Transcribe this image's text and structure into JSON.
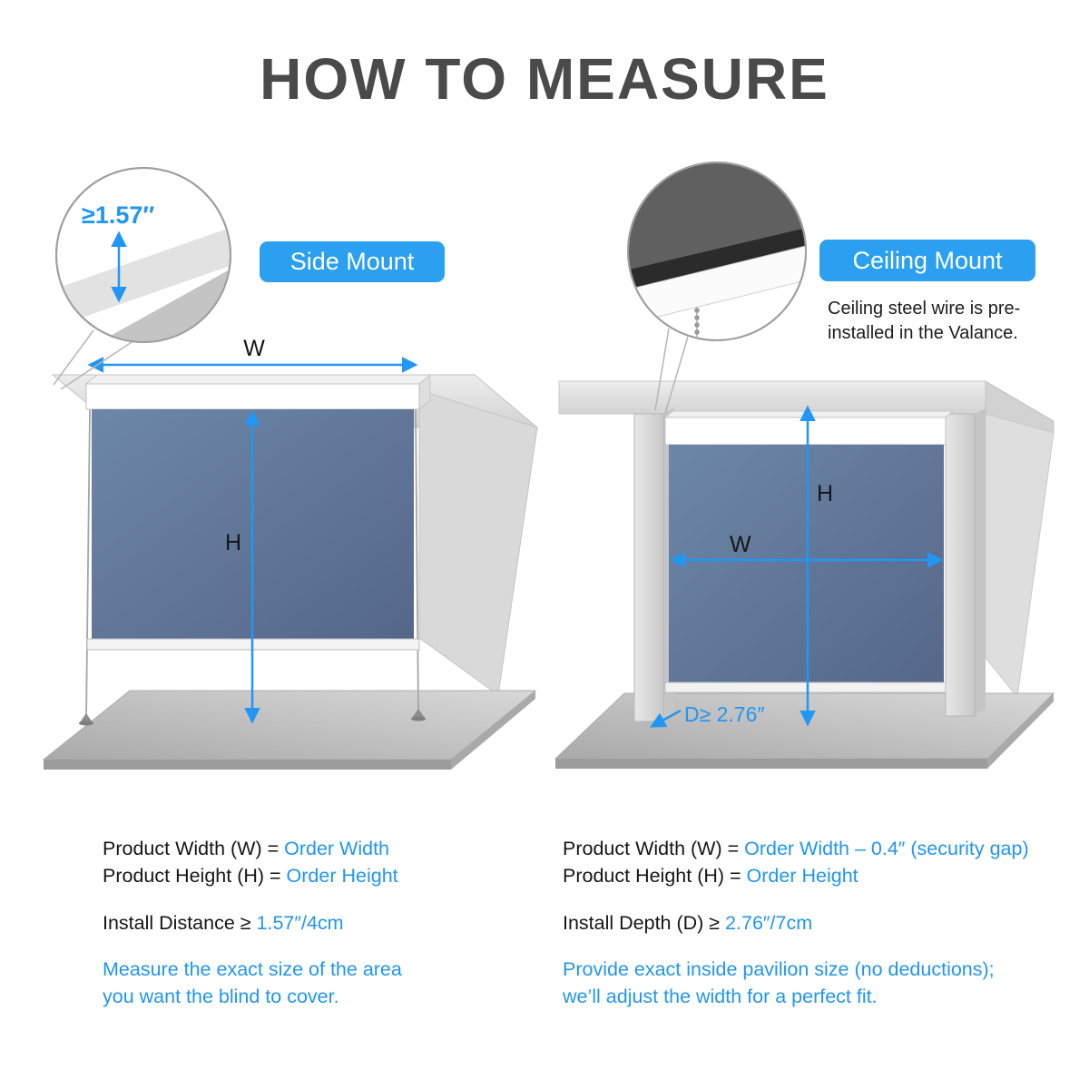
{
  "title": "HOW TO MEASURE",
  "colors": {
    "accent": "#2196f3",
    "fabric": "#5b7492"
  },
  "left": {
    "badge": "Side Mount",
    "inset_value": "≥1.57″",
    "width_label": "W",
    "height_label": "H",
    "specs": [
      {
        "prefix": "Product Width (W) = ",
        "value": "Order Width"
      },
      {
        "prefix": "Product Height (H) = ",
        "value": "Order Height"
      }
    ],
    "install": {
      "prefix": "Install Distance ≥ ",
      "value": "1.57″/4cm"
    },
    "note_lines": [
      "Measure the exact size of the area",
      "you want the blind to cover."
    ]
  },
  "right": {
    "badge": "Ceiling Mount",
    "caption_lines": [
      "Ceiling steel wire is pre-",
      "installed in the Valance."
    ],
    "width_label": "W",
    "height_label": "H",
    "depth_label": "D≥ 2.76″",
    "specs": [
      {
        "prefix": "Product Width (W) = ",
        "value": "Order Width – 0.4″ (security gap)"
      },
      {
        "prefix": "Product Height (H) = ",
        "value": "Order Height"
      }
    ],
    "install": {
      "prefix": "Install Depth (D) ≥ ",
      "value": "2.76″/7cm"
    },
    "note_lines": [
      "Provide exact inside pavilion size (no deductions);",
      "we’ll adjust the width for a perfect fit."
    ]
  }
}
